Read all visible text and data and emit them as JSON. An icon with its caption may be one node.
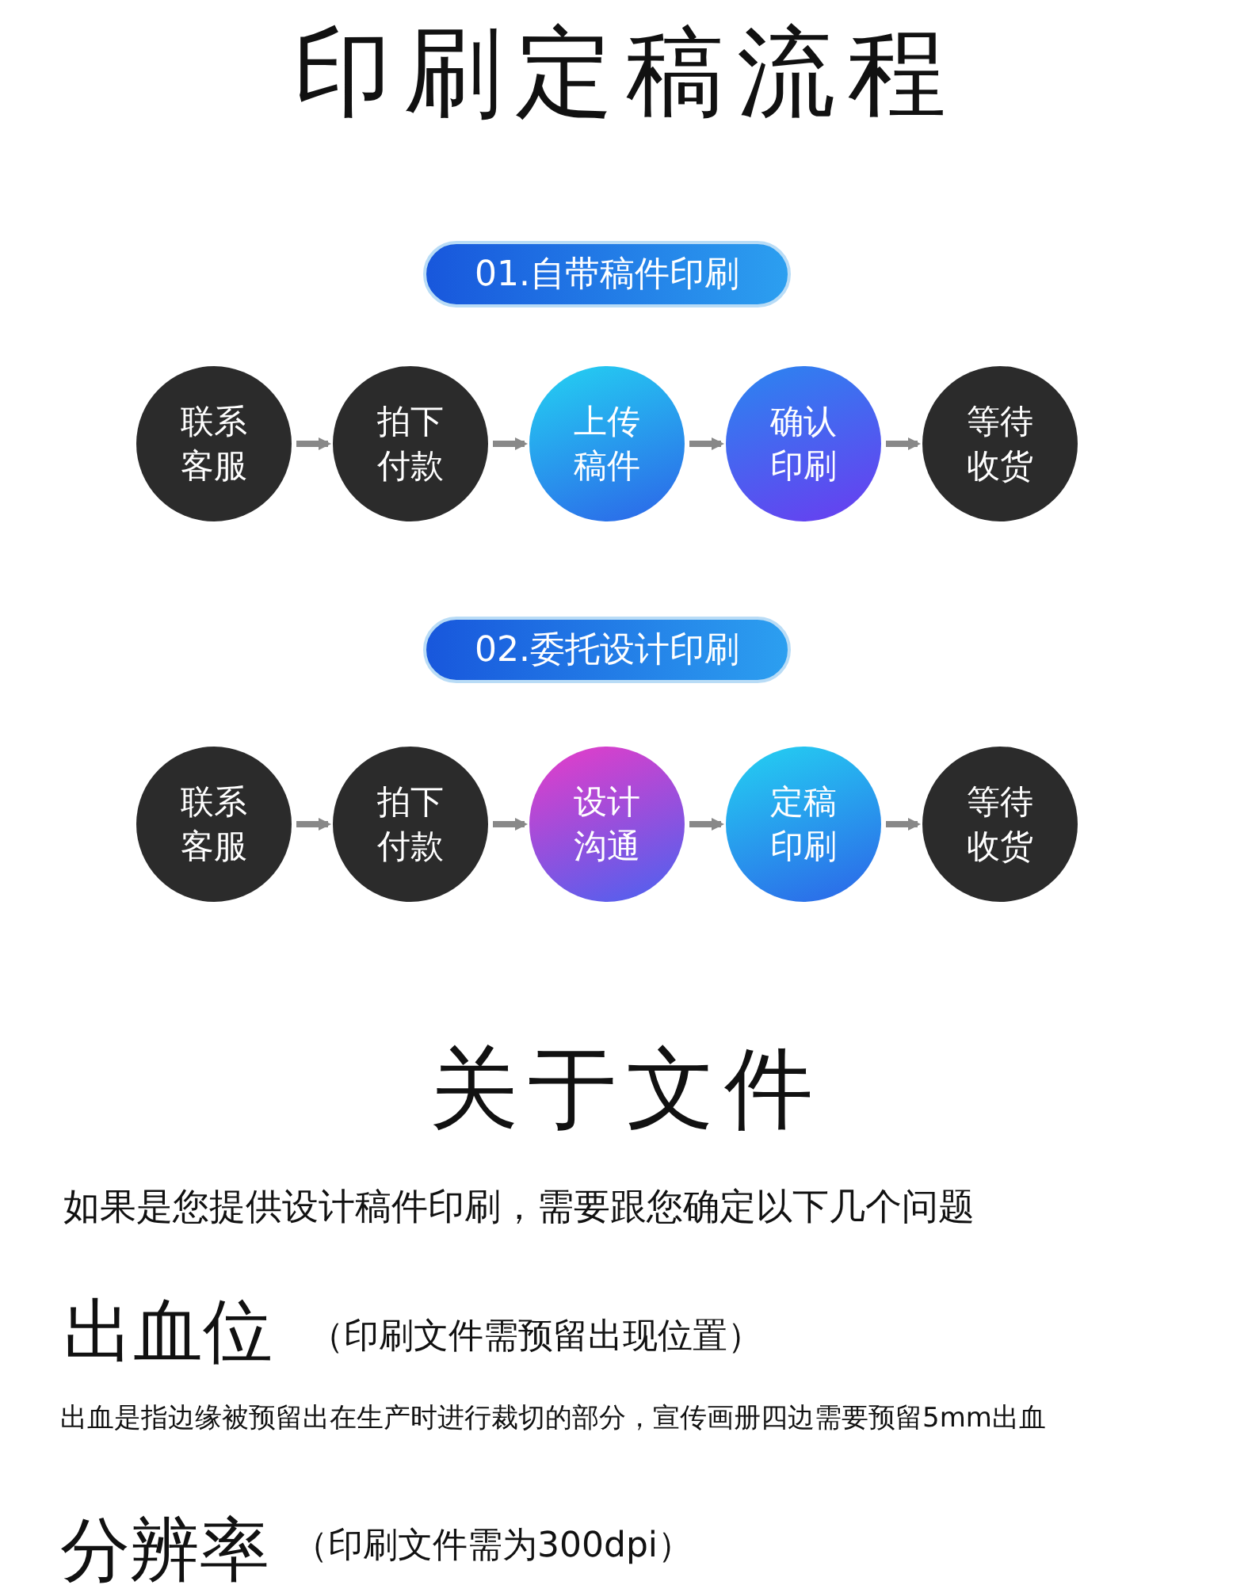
{
  "diagram": {
    "title": "印刷定稿流程",
    "nodes": [
      {
        "text": [
          "01.自带稿件印刷"
        ]
      },
      {
        "text": [
          "联系客服"
        ]
      },
      {
        "text": [
          "拍下付款"
        ]
      },
      {
        "text": [
          "上传稿件"
        ]
      },
      {
        "text": [
          "确认印刷"
        ]
      },
      {
        "text": [
          "等待收货"
        ]
      },
      {
        "text": [
          "02.委托设计印刷"
        ]
      },
      {
        "text": [
          "联系客服"
        ]
      },
      {
        "text": [
          "拍下付款"
        ]
      },
      {
        "text": [
          "设计沟通"
        ]
      },
      {
        "text": [
          "定稿印刷"
        ]
      },
      {
        "text": [
          "等待收货"
        ]
      }
    ],
    "edges": [
      {
        "from": 1,
        "to": 2,
        "arrow": "to"
      },
      {
        "from": 2,
        "to": 3,
        "arrow": "to"
      },
      {
        "from": 3,
        "to": 4,
        "arrow": "to"
      },
      {
        "from": 4,
        "to": 5,
        "arrow": "to"
      },
      {
        "from": 7,
        "to": 8,
        "arrow": "to"
      },
      {
        "from": 8,
        "to": 9,
        "arrow": "to"
      },
      {
        "from": 9,
        "to": 10,
        "arrow": "to"
      },
      {
        "from": 10,
        "to": 11,
        "arrow": "to"
      }
    ],
    "labels": [
      "关于文件",
      "如果是您提供设计稿件印刷，需要跟您确定以下几个问题",
      "出血位",
      "（印刷文件需预留出现位置）",
      "出血是指边缘被预留出在生产时进行裁切的部分，宣传画册四边需要预留5mm出血",
      "分辨率",
      "（印刷文件需为300dpi）"
    ]
  }
}
